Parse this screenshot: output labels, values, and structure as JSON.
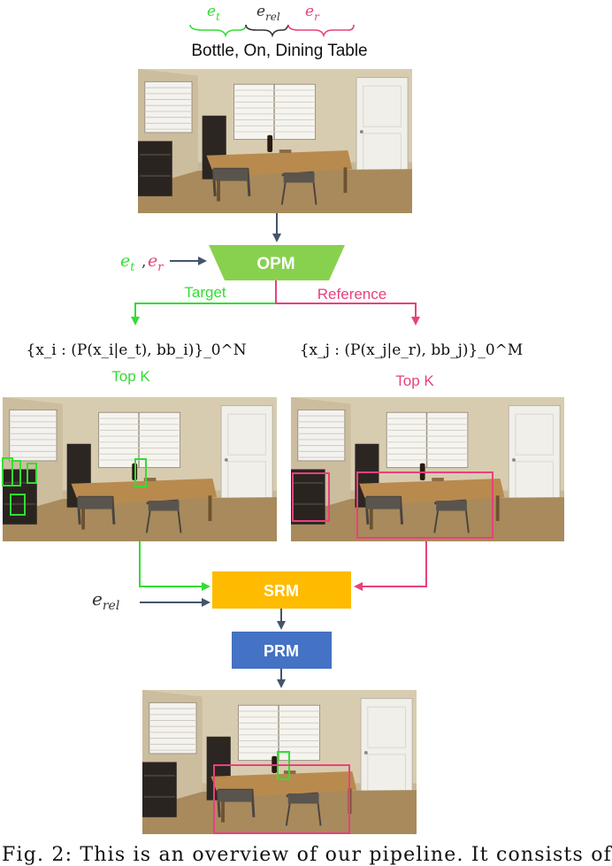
{
  "colors": {
    "target": "#33dd33",
    "reference": "#e8417d",
    "relation": "#333333",
    "opm": "#88d14f",
    "srm": "#ffbb00",
    "prm": "#4472c4",
    "arrow": "#44546a"
  },
  "query": {
    "e_t": "e",
    "e_t_sub": "t",
    "e_rel": "e",
    "e_rel_sub": "rel",
    "e_r": "e",
    "e_r_sub": "r",
    "sentence": "Bottle, On, Dining Table"
  },
  "opm": {
    "label": "OPM",
    "input_et": "e",
    "input_et_sub": "t",
    "comma": ",",
    "input_er": "e",
    "input_er_sub": "r"
  },
  "branches": {
    "target_label": "Target",
    "reference_label": "Reference",
    "target_set": "{x_i : (P(x_i|e_t), bb_i)}_0^N",
    "reference_set": "{x_j : (P(x_j|e_r), bb_j)}_0^M",
    "target_topk": "Top K",
    "reference_topk": "Top K"
  },
  "srm": {
    "label": "SRM",
    "input": "e",
    "input_sub": "rel"
  },
  "prm": {
    "label": "PRM"
  },
  "caption": "Fig. 2: This is an overview of our pipeline. It consists of"
}
